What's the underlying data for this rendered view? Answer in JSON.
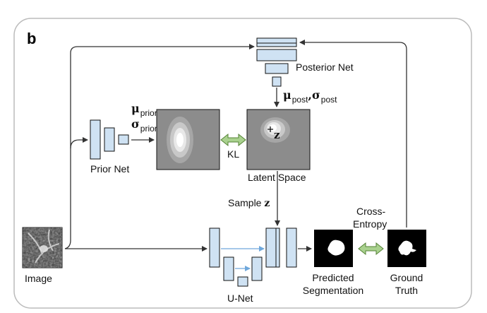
{
  "panel_label": "b",
  "labels": {
    "posterior_net": "Posterior Net",
    "prior_net": "Prior Net",
    "kl": "KL",
    "latent_space": "Latent Space",
    "sample": "Sample",
    "z": "z",
    "image": "Image",
    "unet": "U-Net",
    "predicted_line1": "Predicted",
    "predicted_line2": "Segmentation",
    "ground_line1": "Ground",
    "ground_line2": "Truth",
    "cross_line1": "Cross-",
    "cross_line2": "Entropy",
    "mu": "μ",
    "sigma": "σ",
    "sub_prior": "prior",
    "sub_post": "post",
    "comma": ","
  },
  "colors": {
    "block_fill": "#cfe2f3",
    "block_stroke": "#111111",
    "panel_gray": "#8c8c8c",
    "arrow": "#333333",
    "skip_arrow": "#6fa8dc",
    "double_arrow_fill": "#a9d18e",
    "double_arrow_stroke": "#548235",
    "frame": "#bbbbbb"
  }
}
